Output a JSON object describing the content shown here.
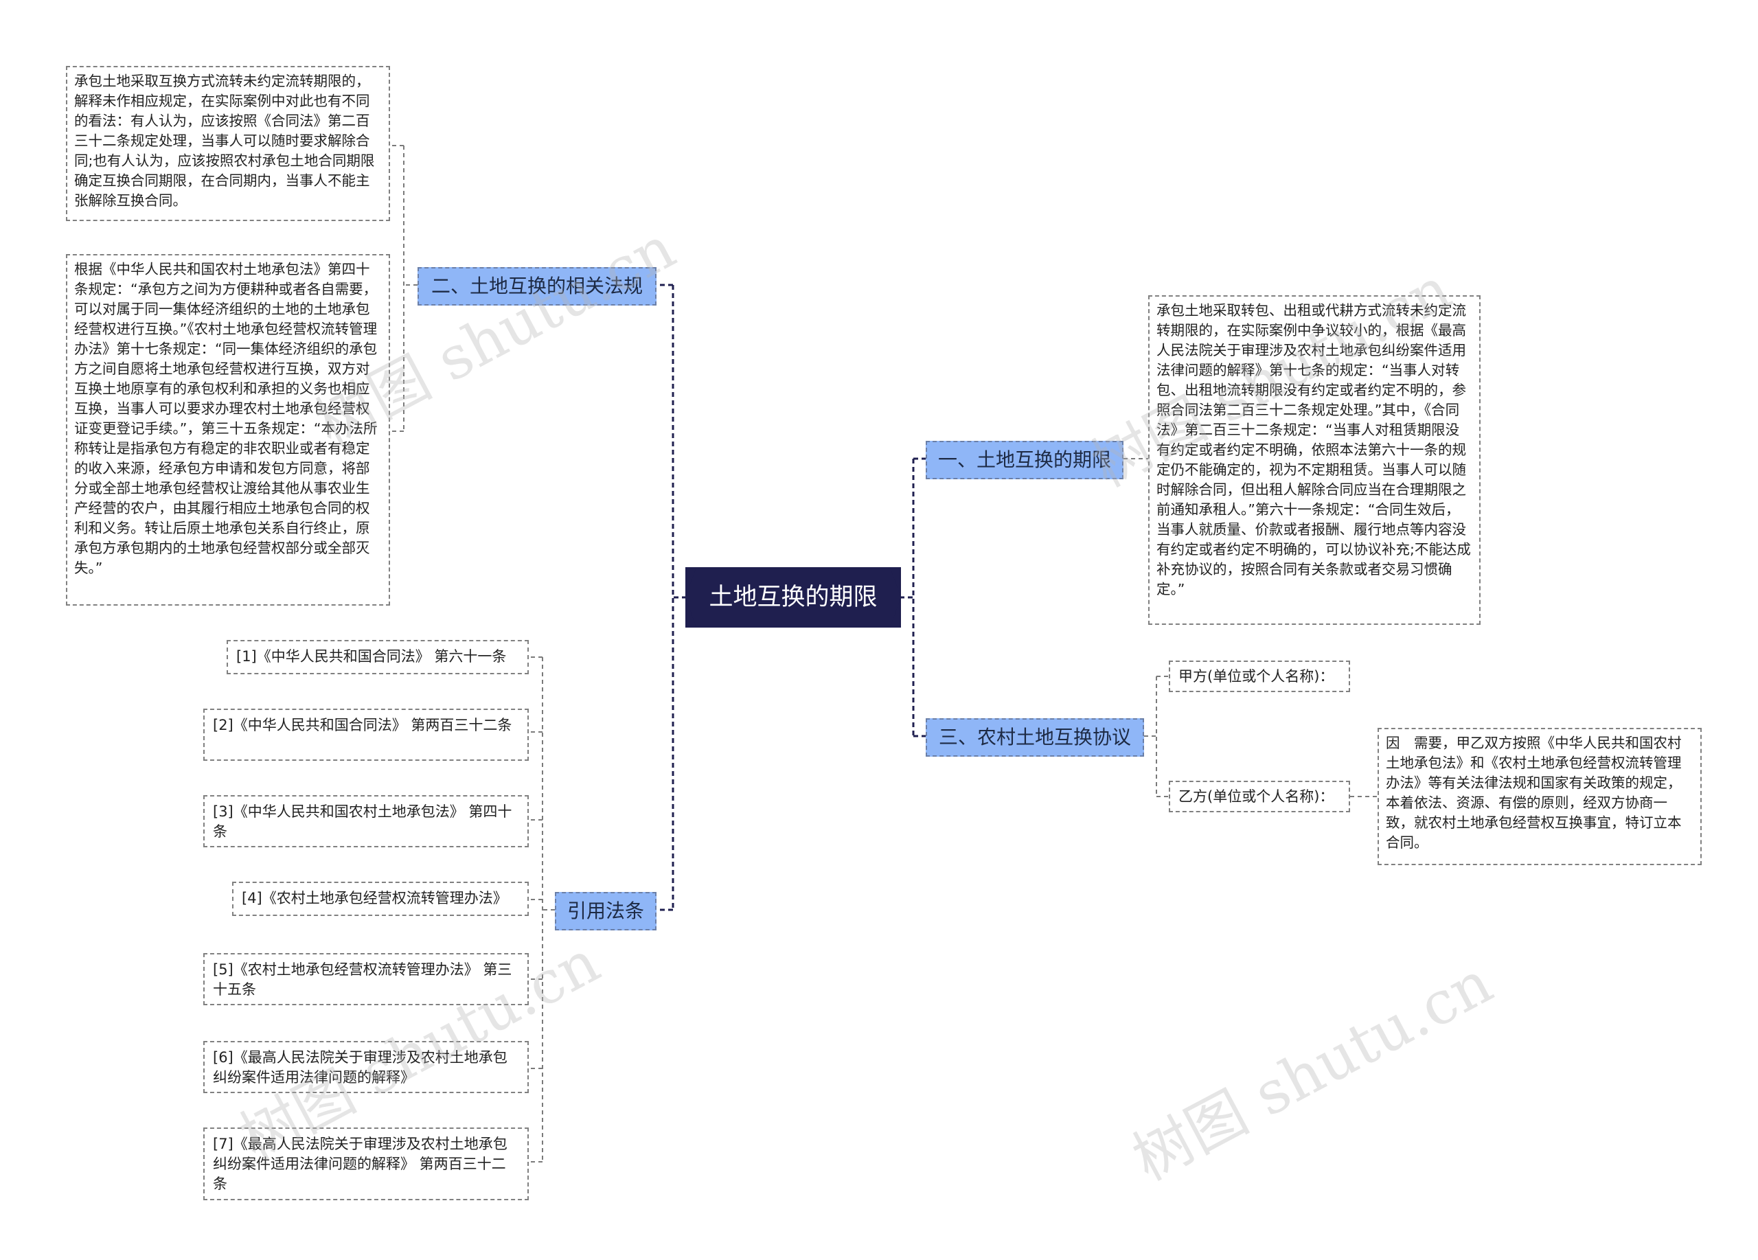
{
  "root": {
    "label": "土地互换的期限"
  },
  "branches": {
    "b1": {
      "label": "一、土地互换的期限"
    },
    "b2": {
      "label": "二、土地互换的相关法规"
    },
    "b3": {
      "label": "三、农村土地互换协议"
    },
    "b4": {
      "label": "引用法条"
    }
  },
  "leaves": {
    "b1_text": "承包土地采取转包、出租或代耕方式流转未约定流转期限的，在实际案例中争议较小的，根据《最高人民法院关于审理涉及农村土地承包纠纷案件适用法律问题的解释》第十七条的规定：“当事人对转包、出租地流转期限没有约定或者约定不明的，参照合同法第二百三十二条规定处理。”其中，《合同法》第二百三十二条规定：“当事人对租赁期限没有约定或者约定不明确，依照本法第六十一条的规定仍不能确定的，视为不定期租赁。当事人可以随时解除合同，但出租人解除合同应当在合理期限之前通知承租人。”第六十一条规定：“合同生效后，当事人就质量、价款或者报酬、履行地点等内容没有约定或者约定不明确的，可以协议补充;不能达成补充协议的，按照合同有关条款或者交易习惯确定。”",
    "b2_text1": "承包土地采取互换方式流转未约定流转期限的，解释未作相应规定，在实际案例中对此也有不同的看法：有人认为，应该按照《合同法》第二百三十二条规定处理，当事人可以随时要求解除合同;也有人认为，应该按照农村承包土地合同期限确定互换合同期限，在合同期内，当事人不能主张解除互换合同。",
    "b2_text2": "根据《中华人民共和国农村土地承包法》第四十条规定：“承包方之间为方便耕种或者各自需要，可以对属于同一集体经济组织的土地的土地承包经营权进行互换。”《农村土地承包经营权流转管理办法》第十七条规定：“同一集体经济组织的承包方之间自愿将土地承包经营权进行互换，双方对互换土地原享有的承包权利和承担的义务也相应互换，当事人可以要求办理农村土地承包经营权证变更登记手续。”，第三十五条规定：“本办法所称转让是指承包方有稳定的非农职业或者有稳定的收入来源，经承包方申请和发包方同意，将部分或全部土地承包经营权让渡给其他从事农业生产经营的农户，由其履行相应土地承包合同的权利和义务。转让后原土地承包关系自行终止，原承包方承包期内的土地承包经营权部分或全部灭失。”",
    "b3_party_a": "甲方(单位或个人名称)：",
    "b3_party_b": "乙方(单位或个人名称)：",
    "b3_text": "因　需要，甲乙双方按照《中华人民共和国农村土地承包法》和《农村土地承包经营权流转管理办法》等有关法律法规和国家有关政策的规定，本着依法、资源、有偿的原则，经双方协商一致，就农村土地承包经营权互换事宜，特订立本合同。",
    "refs": [
      "[1]《中华人民共和国合同法》 第六十一条",
      "[2]《中华人民共和国合同法》 第两百三十二条",
      "[3]《中华人民共和国农村土地承包法》 第四十条",
      "[4]《农村土地承包经营权流转管理办法》",
      "[5]《农村土地承包经营权流转管理办法》 第三十五条",
      "[6]《最高人民法院关于审理涉及农村土地承包纠纷案件适用法律问题的解释》",
      "[7]《最高人民法院关于审理涉及农村土地承包纠纷案件适用法律问题的解释》 第两百三十二条"
    ]
  },
  "watermark": "树图 shutu.cn",
  "colors": {
    "root": "#1f1f4f",
    "branch": "#8fb6f7",
    "line": "#1f1f4f",
    "leaf_border": "#808080"
  }
}
